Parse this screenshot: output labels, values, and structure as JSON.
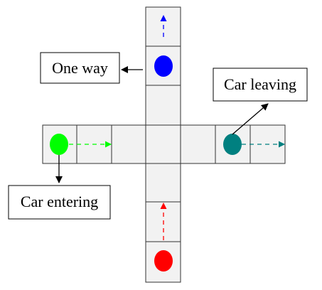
{
  "labels": {
    "one_way": "One way",
    "car_leaving": "Car leaving",
    "car_entering": "Car entering"
  },
  "colors": {
    "cell_fill": "#f2f2f2",
    "cell_stroke": "#333333",
    "car_blue": "#0000ff",
    "car_red": "#ff0000",
    "car_green": "#00ff00",
    "car_teal": "#008080",
    "arrow_black": "#000000"
  },
  "cars": [
    {
      "name": "blue-car",
      "color": "#0000ff",
      "direction": "up"
    },
    {
      "name": "red-car",
      "color": "#ff0000",
      "direction": "up"
    },
    {
      "name": "green-car",
      "color": "#00ff00",
      "direction": "right"
    },
    {
      "name": "teal-car",
      "color": "#008080",
      "direction": "right"
    }
  ]
}
